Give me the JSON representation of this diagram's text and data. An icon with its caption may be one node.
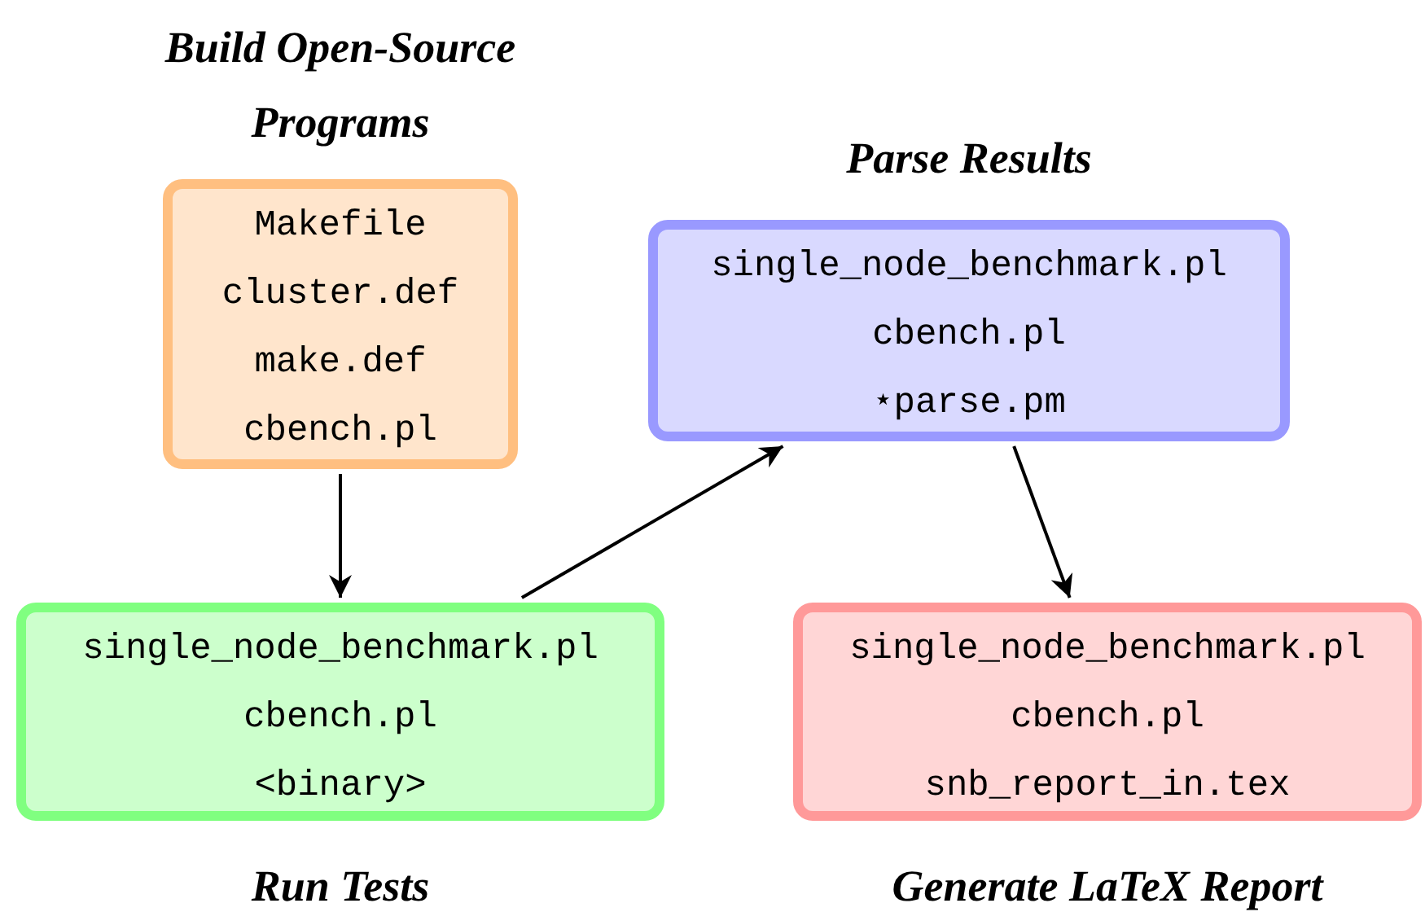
{
  "diagram": {
    "nodes": [
      {
        "text": [
          "Build Open-Source Programs",
          "Makefile",
          "cluster.def",
          "make.def",
          "cbench.pl"
        ]
      },
      {
        "text": [
          "Parse Results",
          "single_node_benchmark.pl",
          "cbench.pl",
          "⋆parse.pm"
        ]
      },
      {
        "text": [
          "single_node_benchmark.pl",
          "cbench.pl",
          "<binary>",
          "Run Tests"
        ]
      },
      {
        "text": [
          "single_node_benchmark.pl",
          "cbench.pl",
          "snb_report_in.tex",
          "Generate LaTeX Report"
        ]
      }
    ],
    "edges": [
      {
        "from": 0,
        "to": 2,
        "arrow": "to"
      },
      {
        "from": 2,
        "to": 1,
        "arrow": "to"
      },
      {
        "from": 1,
        "to": 3,
        "arrow": "to"
      }
    ]
  }
}
